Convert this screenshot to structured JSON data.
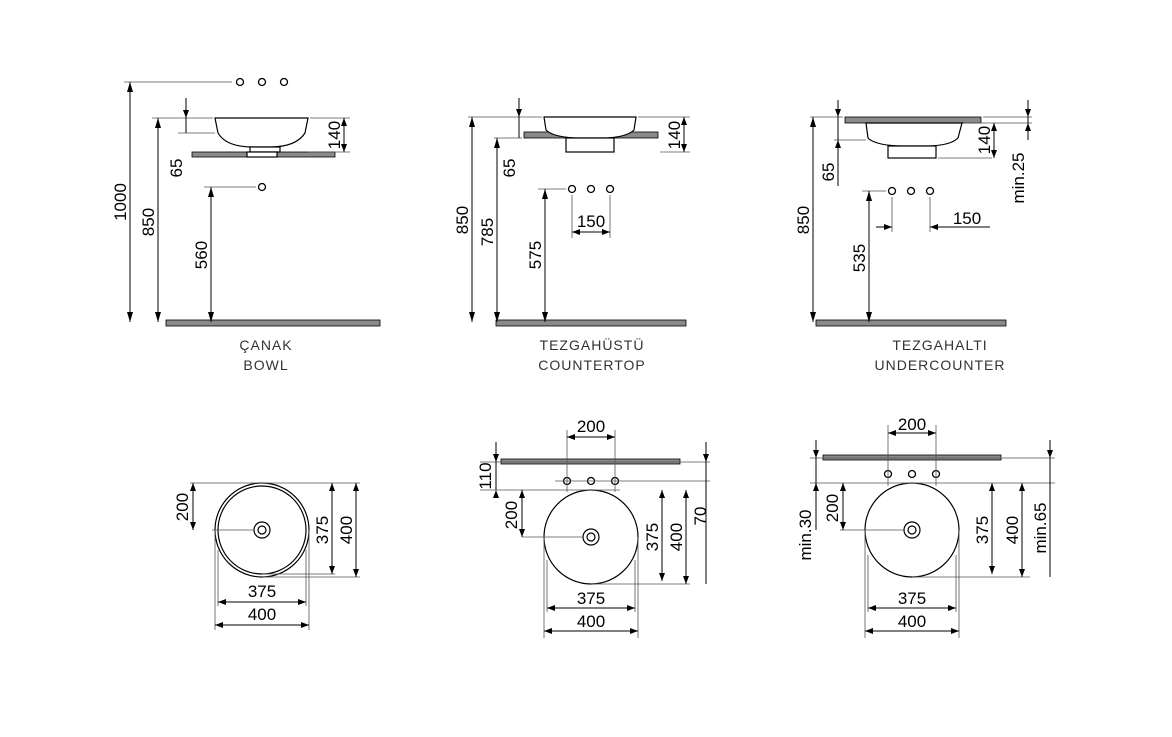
{
  "captions": {
    "bowl_tr": "ÇANAK",
    "bowl_en": "BOWL",
    "countertop_tr": "TEZGAHÜSTÜ",
    "countertop_en": "COUNTERTOP",
    "undercounter_tr": "TEZGAHALTI",
    "undercounter_en": "UNDERCOUNTER"
  },
  "elevation_bowl": {
    "d1000": "1000",
    "d850": "850",
    "d560": "560",
    "d65": "65",
    "d140": "140"
  },
  "elevation_countertop": {
    "d850": "850",
    "d785": "785",
    "d575": "575",
    "d65": "65",
    "d140": "140",
    "d150": "150"
  },
  "elevation_undercounter": {
    "d850": "850",
    "d535": "535",
    "d65": "65",
    "d140": "140",
    "dmin25": "min.25",
    "d150": "150"
  },
  "plan_bowl": {
    "d200": "200",
    "d375v": "375",
    "d400v": "400",
    "d375h": "375",
    "d400h": "400"
  },
  "plan_countertop": {
    "d200top": "200",
    "d110": "110",
    "d70": "70",
    "d200": "200",
    "d375v": "375",
    "d400v": "400",
    "d375h": "375",
    "d400h": "400"
  },
  "plan_undercounter": {
    "d200top": "200",
    "dmin30": "min.30",
    "dmin65": "min.65",
    "d200": "200",
    "d375v": "375",
    "d400v": "400",
    "d375h": "375",
    "d400h": "400"
  },
  "colors": {
    "line": "#000000",
    "floor_fill": "#8a8a8a",
    "caption": "#333333"
  }
}
